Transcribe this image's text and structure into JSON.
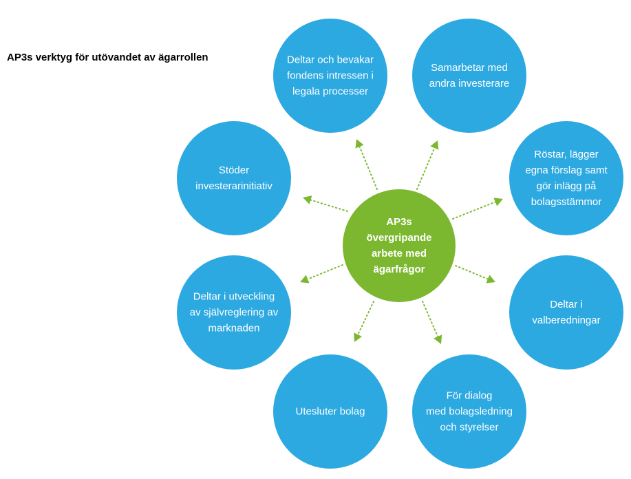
{
  "title": "AP3s verktyg för utövandet av ägarrollen",
  "colors": {
    "hub": "#7cb82f",
    "node": "#2da9e1",
    "connector": "#7cb82f",
    "text": "#ffffff"
  },
  "hub": {
    "lines": [
      "AP3s",
      "övergripande",
      "arbete med",
      "ägarfrågor"
    ]
  },
  "nodes": [
    {
      "id": "deltar-bevakar",
      "lines": [
        "Deltar och bevakar",
        "fondens intressen i",
        "legala processer"
      ]
    },
    {
      "id": "samarbetar",
      "lines": [
        "Samarbetar med",
        "andra investerare"
      ]
    },
    {
      "id": "rostar",
      "lines": [
        "Röstar, lägger",
        "egna förslag samt",
        "gör inlägg på",
        "bolagsstämmor"
      ]
    },
    {
      "id": "valberedningar",
      "lines": [
        "Deltar i",
        "valberedningar"
      ]
    },
    {
      "id": "dialog",
      "lines": [
        "För dialog",
        "med bolagsledning",
        "och styrelser"
      ]
    },
    {
      "id": "utesluter",
      "lines": [
        "Utesluter bolag"
      ]
    },
    {
      "id": "sjalvreglering",
      "lines": [
        "Deltar i utveckling",
        "av självreglering av",
        "marknaden"
      ]
    },
    {
      "id": "stoder",
      "lines": [
        "Stöder",
        "investerarinitiativ"
      ]
    }
  ]
}
